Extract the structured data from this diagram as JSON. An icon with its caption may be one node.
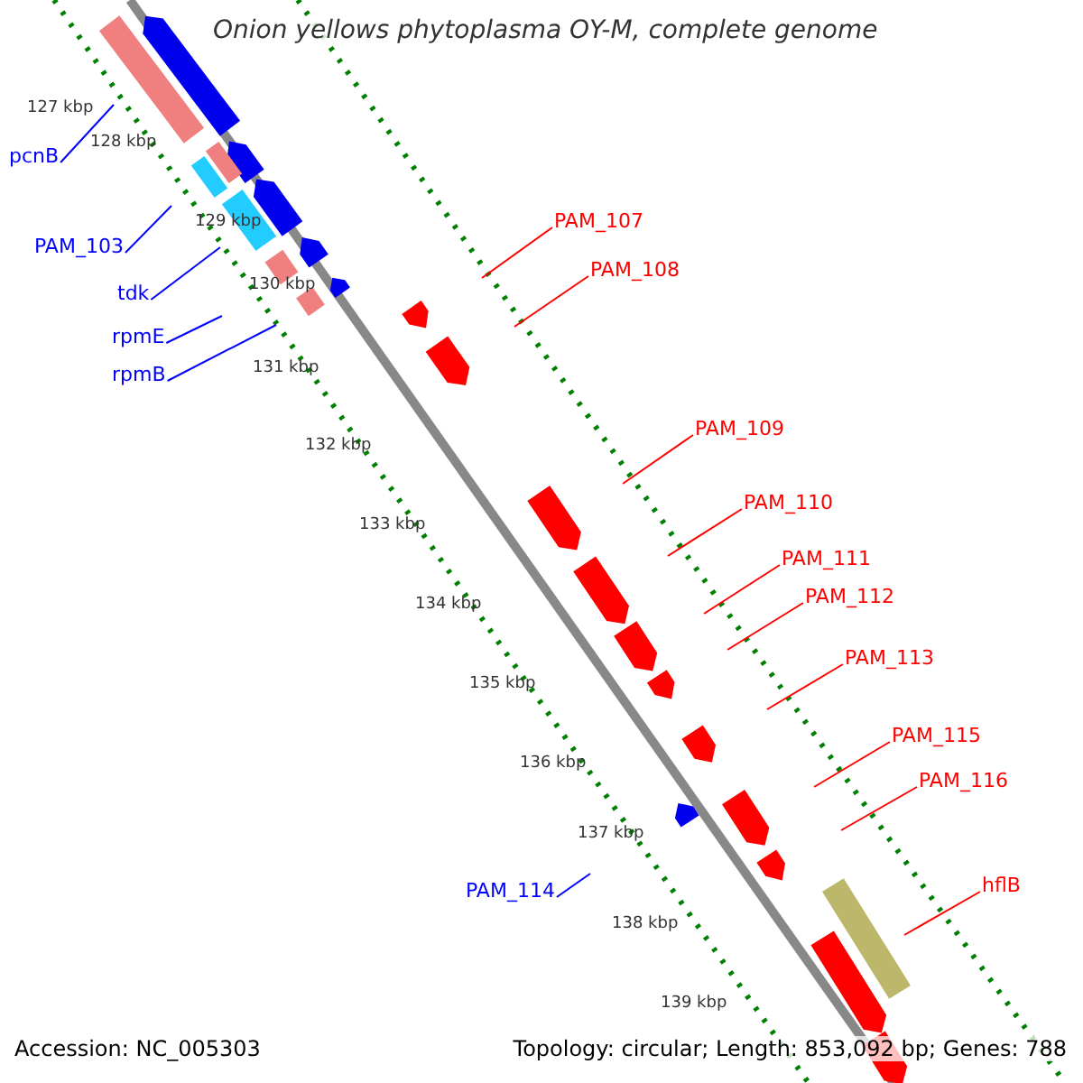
{
  "diagram": {
    "title": "Onion yellows phytoplasma OY-M, complete genome",
    "nodes": [
      {
        "text": [
          "pcnB"
        ]
      },
      {
        "text": [
          "PAM_107"
        ]
      },
      {
        "text": [
          "PAM_103"
        ]
      },
      {
        "text": [
          "PAM_108"
        ]
      },
      {
        "text": [
          "tdk"
        ]
      },
      {
        "text": [
          "rpmE"
        ]
      },
      {
        "text": [
          "rpmB"
        ]
      },
      {
        "text": [
          "PAM_109"
        ]
      },
      {
        "text": [
          "PAM_110"
        ]
      },
      {
        "text": [
          "PAM_111"
        ]
      },
      {
        "text": [
          "PAM_112"
        ]
      },
      {
        "text": [
          "PAM_113"
        ]
      },
      {
        "text": [
          "PAM_115"
        ]
      },
      {
        "text": [
          "PAM_116"
        ]
      },
      {
        "text": [
          "hflB"
        ]
      },
      {
        "text": [
          "PAM_114"
        ]
      }
    ],
    "edges": [
      {
        "from": 0,
        "to": null,
        "arrow": "none",
        "color": "#0000ff"
      },
      {
        "from": 1,
        "to": null,
        "arrow": "none"
      },
      {
        "from": 2,
        "to": null,
        "arrow": "none",
        "color": "#0000ff"
      },
      {
        "from": 3,
        "to": null,
        "arrow": "none"
      },
      {
        "from": 4,
        "to": null,
        "arrow": "none",
        "color": "#0000ff"
      },
      {
        "from": 5,
        "to": null,
        "arrow": "none",
        "color": "#0000ff"
      },
      {
        "from": 6,
        "to": null,
        "arrow": "none",
        "color": "#0000ff"
      },
      {
        "from": 7,
        "to": null,
        "arrow": "none"
      },
      {
        "from": 8,
        "to": null,
        "arrow": "none"
      },
      {
        "from": 9,
        "to": null,
        "arrow": "none"
      },
      {
        "from": 10,
        "to": null,
        "arrow": "none"
      },
      {
        "from": 11,
        "to": null,
        "arrow": "none"
      },
      {
        "from": 12,
        "to": null,
        "arrow": "none"
      },
      {
        "from": 13,
        "to": null,
        "arrow": "none"
      },
      {
        "from": 14,
        "to": null,
        "arrow": "none"
      },
      {
        "from": 15,
        "to": null,
        "arrow": "none",
        "color": "#0000ff"
      }
    ],
    "labels": [
      "127 kbp",
      "128 kbp",
      "129 kbp",
      "130 kbp",
      "131 kbp",
      "132 kbp",
      "133 kbp",
      "134 kbp",
      "135 kbp",
      "136 kbp",
      "137 kbp",
      "138 kbp",
      "139 kbp",
      "Accession: NC_005303",
      "Topology: circular; Length: 853,092 bp; Genes: 788"
    ]
  }
}
